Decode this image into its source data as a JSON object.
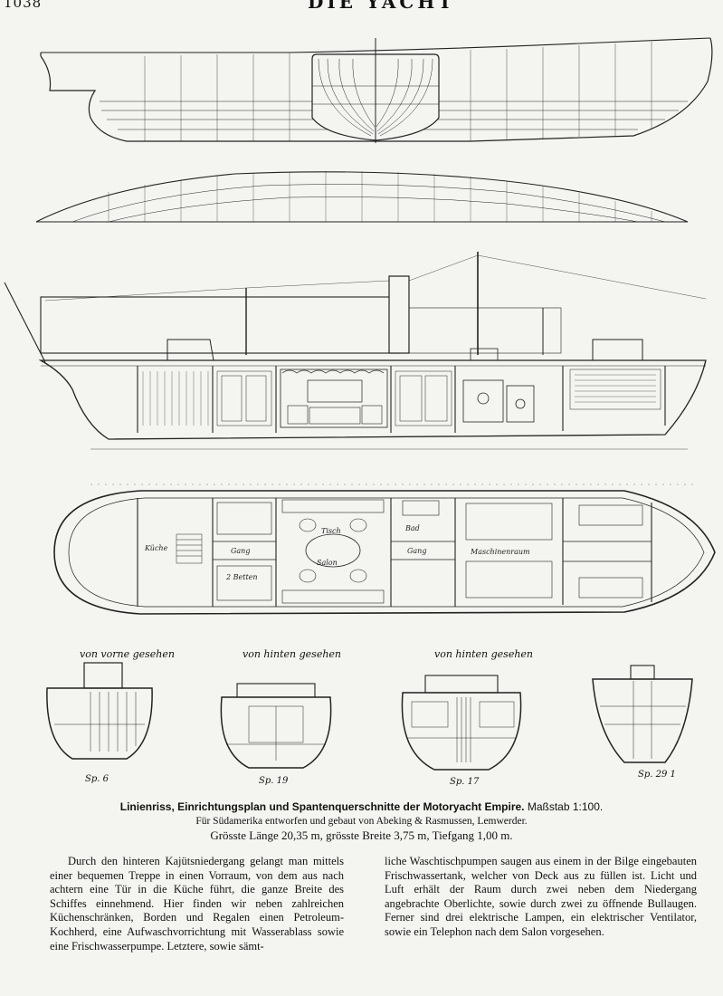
{
  "header": {
    "page_number": "1038",
    "journal": "DIE YACHT"
  },
  "section_labels": [
    {
      "text": "von vorne gesehen"
    },
    {
      "text": "von hinten gesehen"
    },
    {
      "text": "von hinten gesehen"
    }
  ],
  "frame_labels": [
    "Sp. 6",
    "Sp. 19",
    "Sp. 17",
    "Sp. 29 1"
  ],
  "plan_labels": {
    "salon": "Salon",
    "maschinenraum": "Maschinenraum",
    "gang1": "Gang",
    "gang2": "Gang",
    "bad": "Bad",
    "tisch": "Tisch",
    "kueche": "Küche",
    "bett": "2 Betten"
  },
  "caption": {
    "title": "Linienriss, Einrichtungsplan und Spantenquerschnitte der Motoryacht Empire.",
    "scale": "Maßstab 1:100.",
    "subtitle": "Für Südamerika entworfen und gebaut von Abeking & Rasmussen, Lemwerder.",
    "dimensions": "Grösste Länge 20,35 m, grösste Breite 3,75 m, Tiefgang 1,00 m."
  },
  "body_text": {
    "left": "Durch den hinteren Kajütsniedergang gelangt man mittels einer bequemen Treppe in einen Vorraum, von dem aus nach achtern eine Tür in die Küche führt, die ganze Breite des Schiffes einnehmend. Hier finden wir neben zahlreichen Küchenschränken, Borden und Regalen einen Petroleum-Kochherd, eine Aufwaschvorrichtung mit Wasserablass sowie eine Frischwasserpumpe. Letztere, sowie sämt-",
    "right": "liche Waschtischpumpen saugen aus einem in der Bilge eingebauten Frischwassertank, welcher von Deck aus zu füllen ist. Licht und Luft erhält der Raum durch zwei neben dem Niedergang angebrachte Oberlichte, sowie durch zwei zu öffnende Bullaugen. Ferner sind drei elektrische Lampen, ein elektrischer Ventilator, sowie ein Telephon nach dem Salon vorgesehen."
  }
}
